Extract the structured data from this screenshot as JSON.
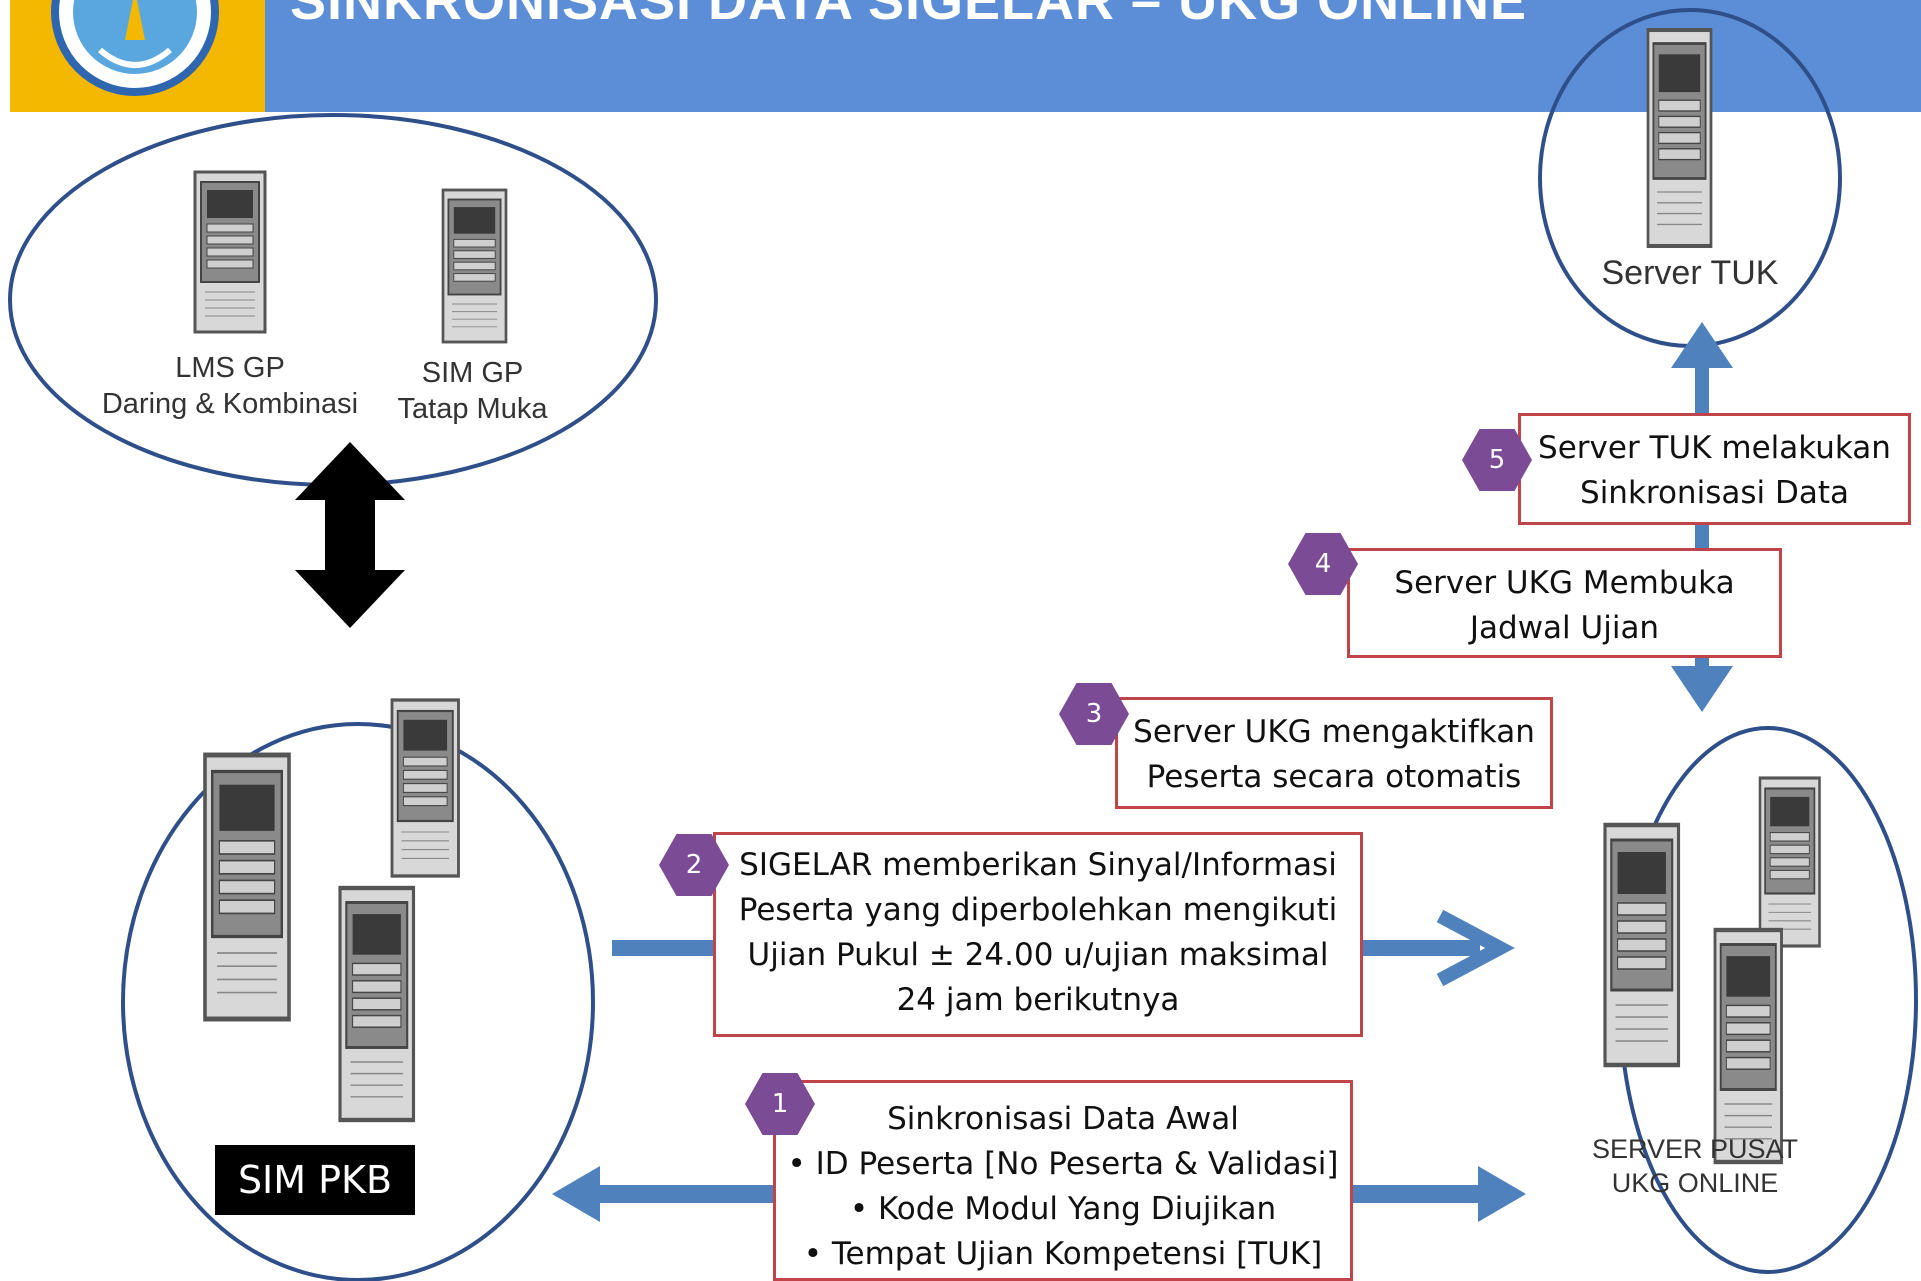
{
  "header": {
    "title": "SINKRONISASI DATA SIGELAR – UKG ONLINE"
  },
  "servers": {
    "lms": {
      "line1": "LMS GP",
      "line2": "Daring & Kombinasi"
    },
    "sim_gp": {
      "line1": "SIM GP",
      "line2": "Tatap Muka"
    },
    "tuk": {
      "label": "Server TUK"
    },
    "sim_pkb": {
      "label": "SIM PKB"
    },
    "pusat": {
      "line1": "SERVER PUSAT",
      "line2": "UKG ONLINE"
    }
  },
  "steps": [
    {
      "number": "1",
      "lines": [
        "Sinkronisasi Data Awal",
        "• ID Peserta [No Peserta & Validasi]",
        "• Kode Modul Yang Diujikan",
        "• Tempat Ujian Kompetensi [TUK]"
      ]
    },
    {
      "number": "2",
      "lines": [
        "SIGELAR memberikan Sinyal/Informasi",
        "Peserta yang diperbolehkan mengikuti",
        "Ujian Pukul ± 24.00 u/ujian maksimal",
        "24 jam berikutnya"
      ]
    },
    {
      "number": "3",
      "lines": [
        "Server UKG mengaktifkan",
        "Peserta  secara otomatis"
      ]
    },
    {
      "number": "4",
      "lines": [
        "Server UKG Membuka",
        "Jadwal Ujian"
      ]
    },
    {
      "number": "5",
      "lines": [
        "Server TUK melakukan",
        "Sinkronisasi Data"
      ]
    }
  ],
  "colors": {
    "header_bg": "#5b8ed6",
    "logo_bg": "#f5b800",
    "ellipse_stroke": "#2f4f8a",
    "arrow_blue": "#4f81bd",
    "box_border": "#c0444a",
    "badge": "#7b4b96"
  }
}
